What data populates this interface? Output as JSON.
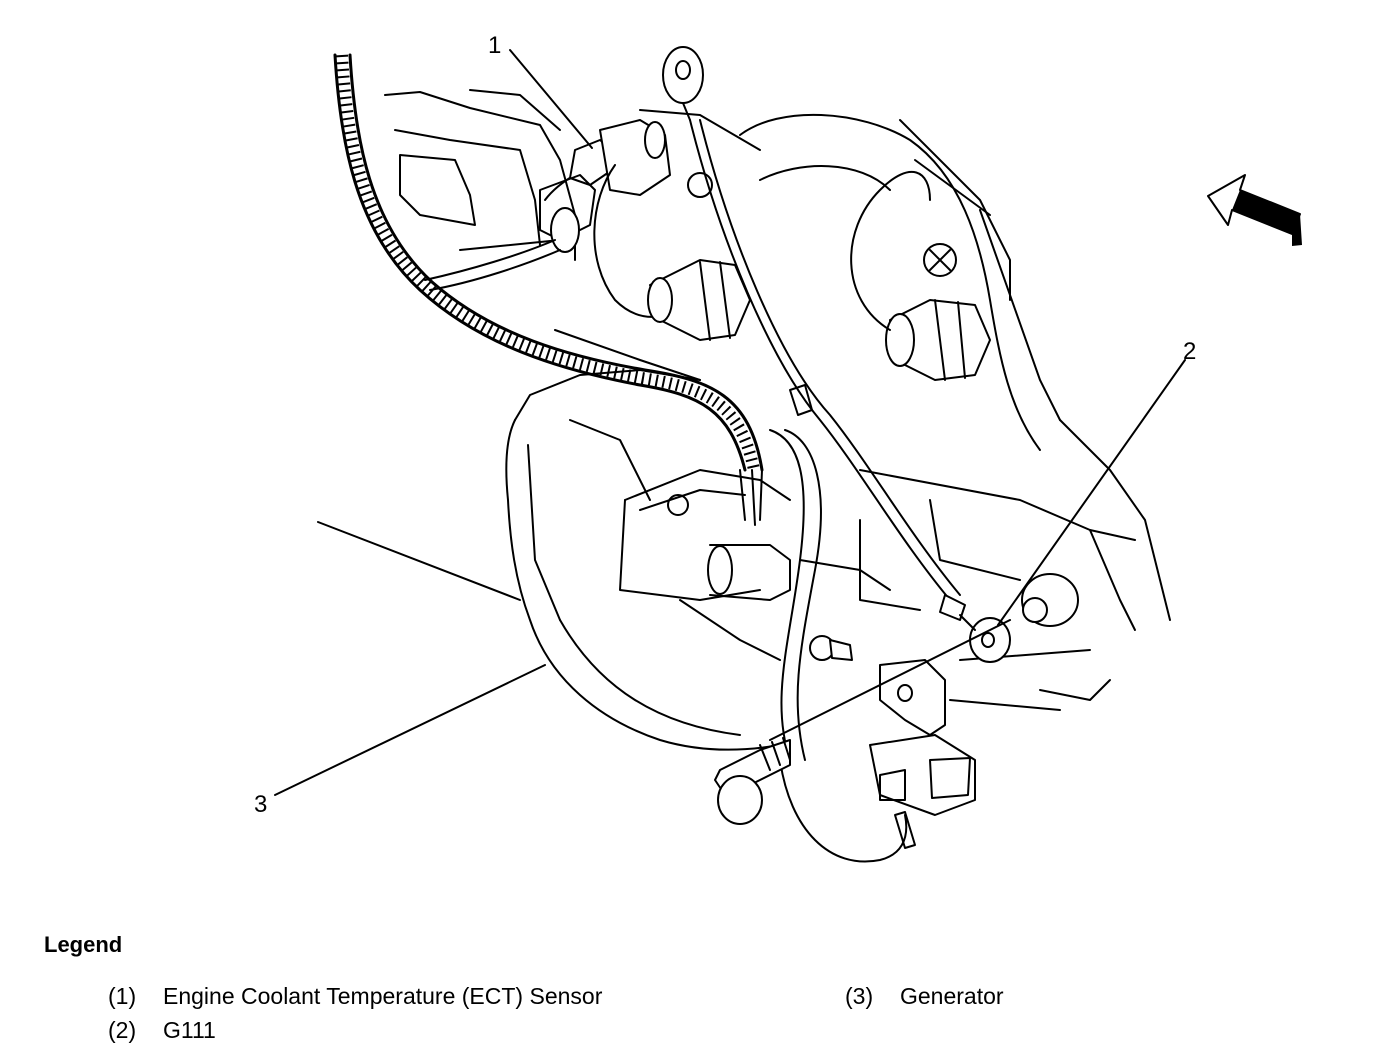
{
  "callouts": [
    {
      "id": "1",
      "label": "1"
    },
    {
      "id": "2",
      "label": "2"
    },
    {
      "id": "3",
      "label": "3"
    }
  ],
  "legend": {
    "title": "Legend",
    "items": [
      {
        "num": "(1)",
        "text": "Engine Coolant Temperature (ECT) Sensor"
      },
      {
        "num": "(2)",
        "text": "G111"
      },
      {
        "num": "(3)",
        "text": "Generator"
      }
    ]
  },
  "icons": [
    "direction-arrow-icon"
  ]
}
